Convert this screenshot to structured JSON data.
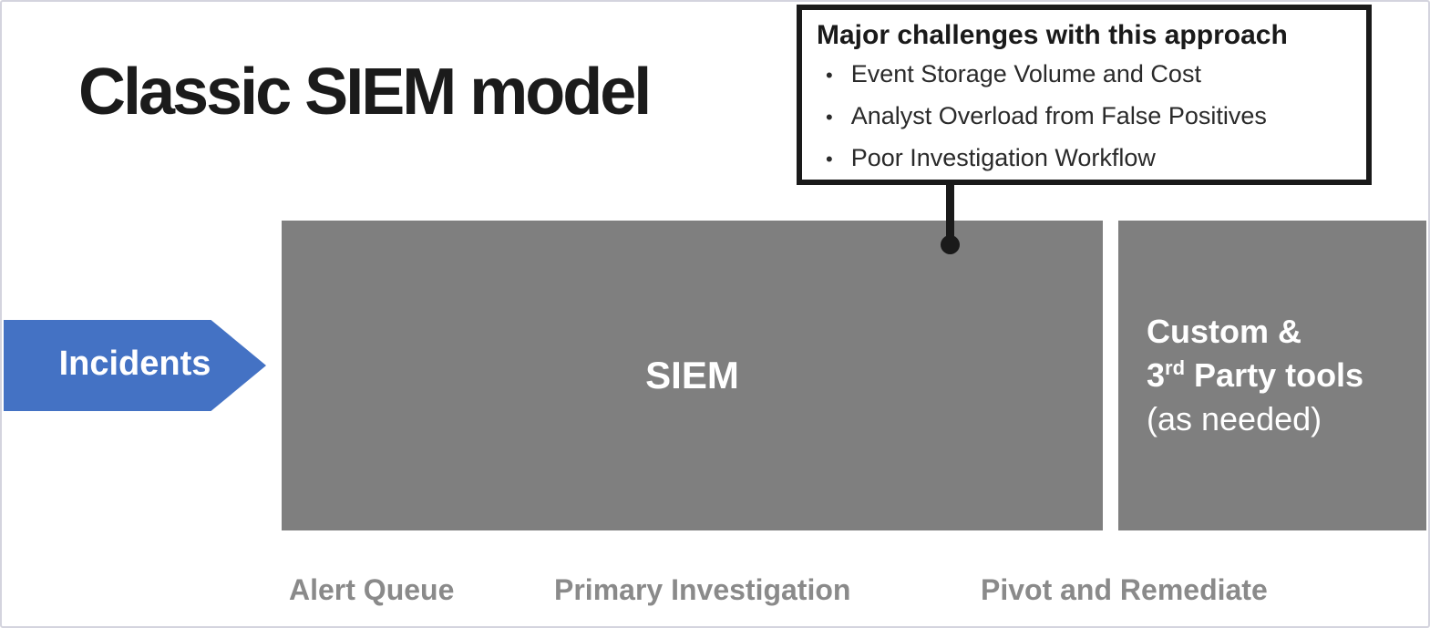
{
  "slide": {
    "title": "Classic SIEM model"
  },
  "callout": {
    "title": "Major challenges with this approach",
    "bullet_glyph": "•",
    "bullets": [
      "Event Storage Volume and Cost",
      "Analyst Overload from False Positives",
      "Poor Investigation Workflow"
    ]
  },
  "incidents_arrow": {
    "label": "Incidents"
  },
  "siem_box": {
    "label": "SIEM"
  },
  "tools_box": {
    "line1": "Custom &",
    "line2_num": "3",
    "line2_sup": "rd",
    "line2_rest": " Party tools",
    "line3": "(as needed)"
  },
  "stage_labels": [
    {
      "label": "Alert Queue"
    },
    {
      "label": "Primary Investigation"
    },
    {
      "label": "Pivot and Remediate"
    }
  ],
  "colors": {
    "arrow_blue": "#4472C4",
    "box_gray": "#7F7F7F",
    "stage_label_gray": "#8A8A8A",
    "callout_border_black": "#1A1A1A",
    "background": "#FFFFFF"
  }
}
